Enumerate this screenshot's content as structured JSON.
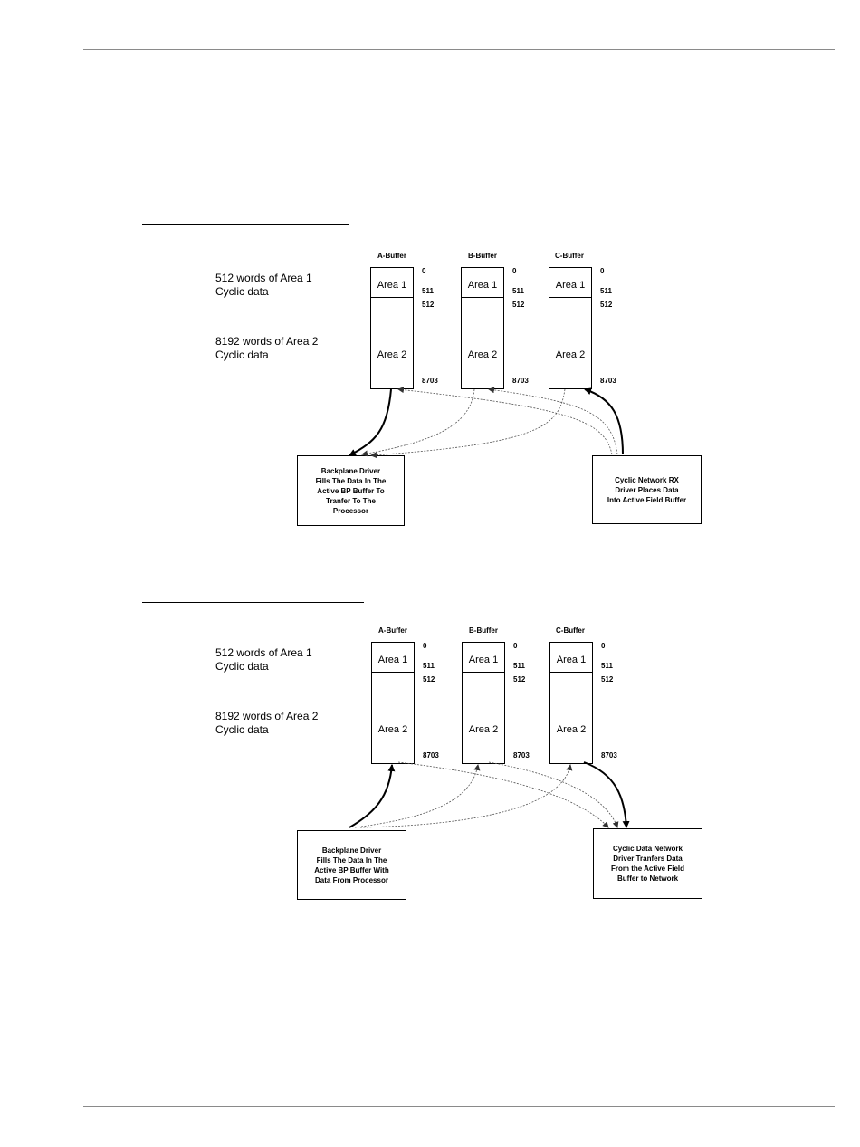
{
  "header_rule": true,
  "footer_rule": true,
  "diagram_read": {
    "area1_desc": "512 words of Area 1\nCyclic data",
    "area2_desc": "8192 words of Area 2\nCyclic data",
    "buffers": [
      {
        "name": "A-Buffer",
        "area1": "Area 1",
        "area2": "Area 2",
        "n0": "0",
        "n511": "511",
        "n512": "512",
        "n8703": "8703"
      },
      {
        "name": "B-Buffer",
        "area1": "Area 1",
        "area2": "Area 2",
        "n0": "0",
        "n511": "511",
        "n512": "512",
        "n8703": "8703"
      },
      {
        "name": "C-Buffer",
        "area1": "Area 1",
        "area2": "Area 2",
        "n0": "0",
        "n511": "511",
        "n512": "512",
        "n8703": "8703"
      }
    ],
    "left_box": "Backplane Driver\nFills The Data In The\nActive BP Buffer To\nTranfer To The\nProcessor",
    "right_box": "Cyclic Network RX\nDriver Places Data\nInto Active Field Buffer"
  },
  "diagram_write": {
    "area1_desc": "512 words of Area 1\nCyclic data",
    "area2_desc": "8192 words of Area 2\nCyclic data",
    "buffers": [
      {
        "name": "A-Buffer",
        "area1": "Area 1",
        "area2": "Area 2",
        "n0": "0",
        "n511": "511",
        "n512": "512",
        "n8703": "8703"
      },
      {
        "name": "B-Buffer",
        "area1": "Area 1",
        "area2": "Area 2",
        "n0": "0",
        "n511": "511",
        "n512": "512",
        "n8703": "8703"
      },
      {
        "name": "C-Buffer",
        "area1": "Area 1",
        "area2": "Area 2",
        "n0": "0",
        "n511": "511",
        "n512": "512",
        "n8703": "8703"
      }
    ],
    "left_box": "Backplane Driver\nFills The Data In The\nActive BP Buffer With\nData From Processor",
    "right_box": "Cyclic Data Network\nDriver Tranfers Data\nFrom the Active Field\nBuffer to Network"
  }
}
